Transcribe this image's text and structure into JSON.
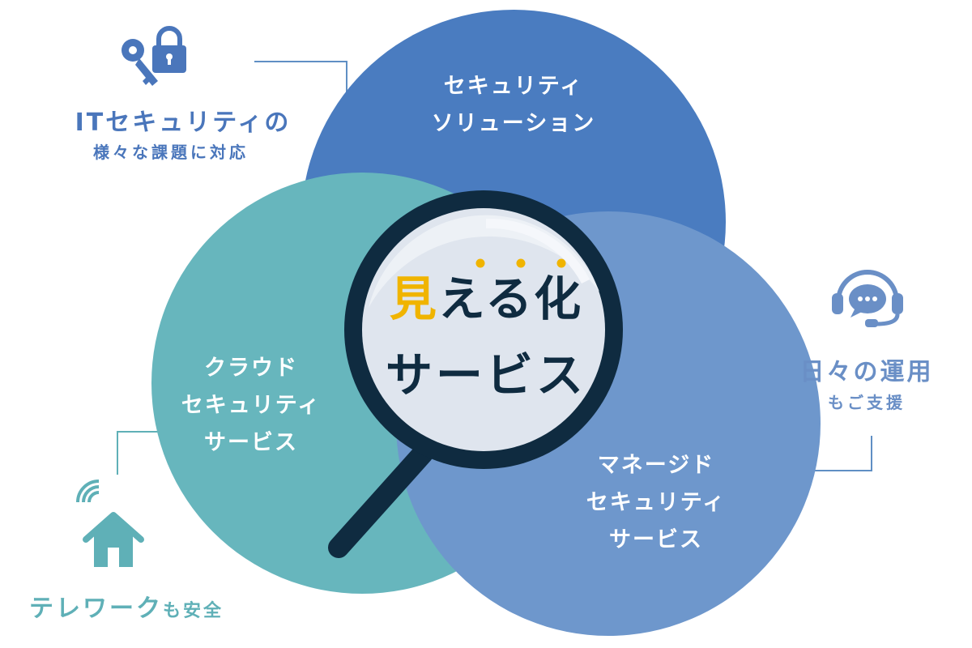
{
  "colors": {
    "top_circle": "#4a7cc0",
    "left_circle": "#67b6bd",
    "right_circle": "#6e97cc",
    "magnifier_frame": "#0f2b40",
    "lens_fill": "#e9edf3",
    "accent_yellow": "#f0b400",
    "connector_line": "#5f8fc4"
  },
  "center": {
    "line1_accent": "見",
    "line1_rest": "える化",
    "line2": "サービス"
  },
  "circles": {
    "top": {
      "line1": "セキュリティ",
      "line2": "ソリューション"
    },
    "left": {
      "line1": "クラウド",
      "line2": "セキュリティ",
      "line3": "サービス"
    },
    "right": {
      "line1": "マネージド",
      "line2": "セキュリティ",
      "line3": "サービス"
    }
  },
  "callouts": {
    "security": {
      "icon": "key-lock-icon",
      "title": "ITセキュリティの",
      "subtitle": "様々な課題に対応"
    },
    "operations": {
      "icon": "headset-chat-icon",
      "title": "日々の運用",
      "subtitle": "もご支援"
    },
    "telework": {
      "icon": "wifi-house-icon",
      "title": "テレワーク",
      "title_suffix": "も安全"
    }
  }
}
